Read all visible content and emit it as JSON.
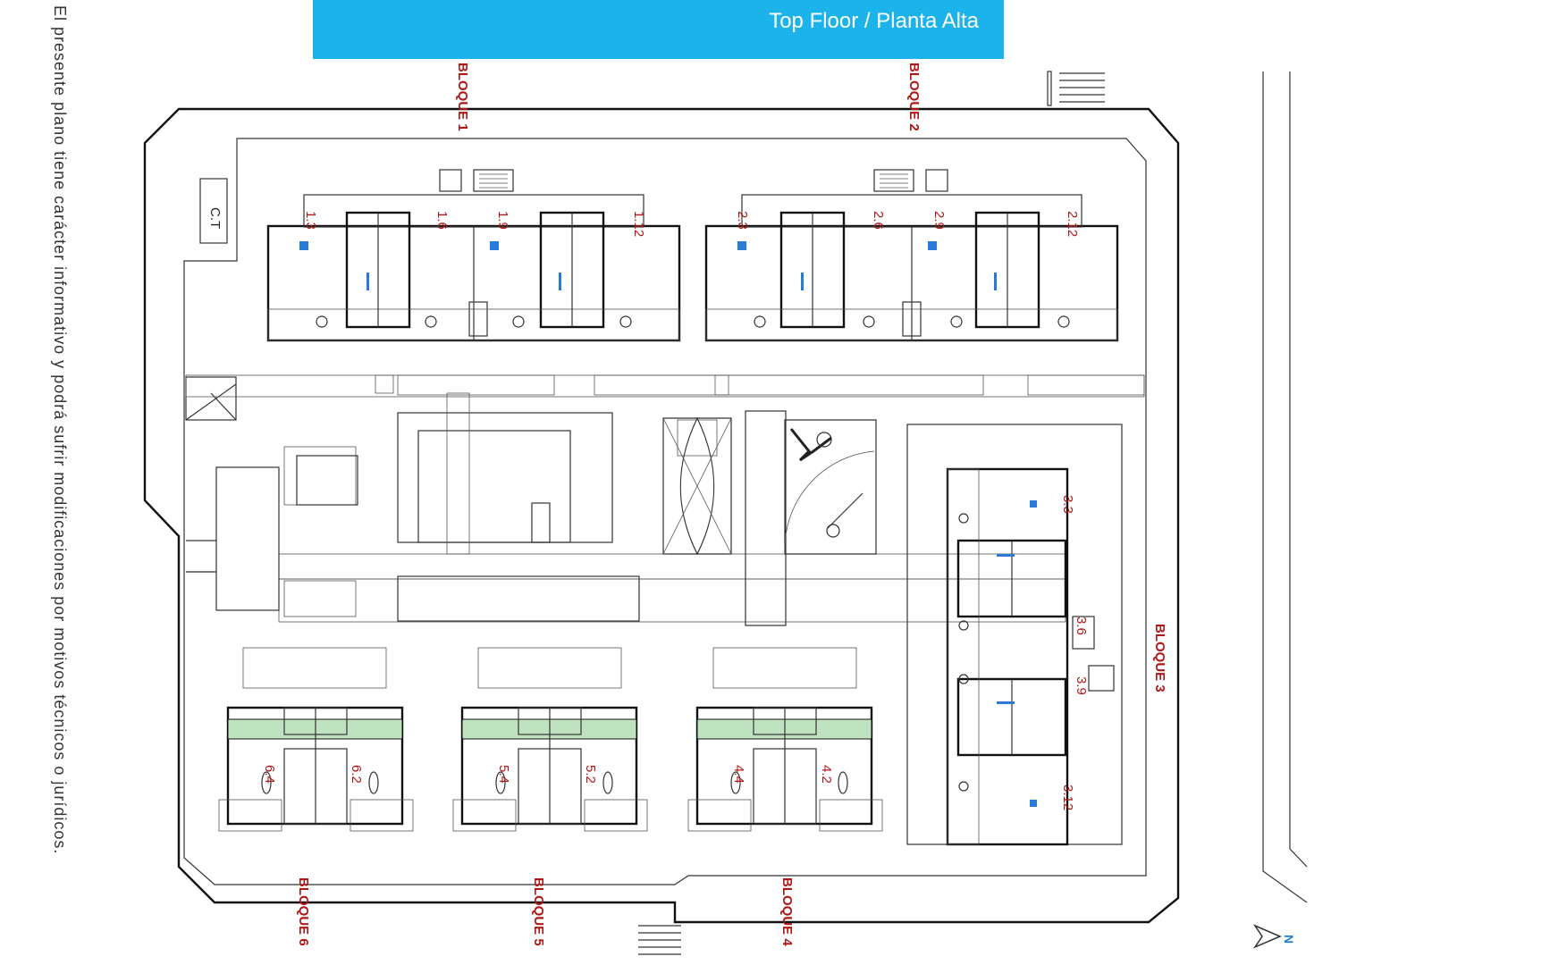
{
  "header": {
    "title": "Top Floor / Planta Alta"
  },
  "disclaimer": "El presente plano tiene carácter informativo y podrá sufrir modificaciones por motivos técnicos o jurídicos.",
  "ct_label": "C.T",
  "compass_label": "N",
  "blocks": [
    {
      "id": "b1",
      "label": "BLOQUE 1"
    },
    {
      "id": "b2",
      "label": "BLOQUE 2"
    },
    {
      "id": "b3",
      "label": "BLOQUE 3"
    },
    {
      "id": "b4",
      "label": "BLOQUE 4"
    },
    {
      "id": "b5",
      "label": "BLOQUE 5"
    },
    {
      "id": "b6",
      "label": "BLOQUE 6"
    }
  ],
  "units": [
    "1.3",
    "1.6",
    "1.9",
    "1.12",
    "2.3",
    "2.6",
    "2.9",
    "2.12",
    "3.3",
    "3.6",
    "3.9",
    "3.12",
    "4.4",
    "4.2",
    "5.4",
    "5.2",
    "6.4",
    "6.2"
  ],
  "colors": {
    "banner": "#1cb3ea",
    "labels": "#b01818",
    "terrace": "#bfe3c0",
    "fixture": "#2a7ad8"
  }
}
